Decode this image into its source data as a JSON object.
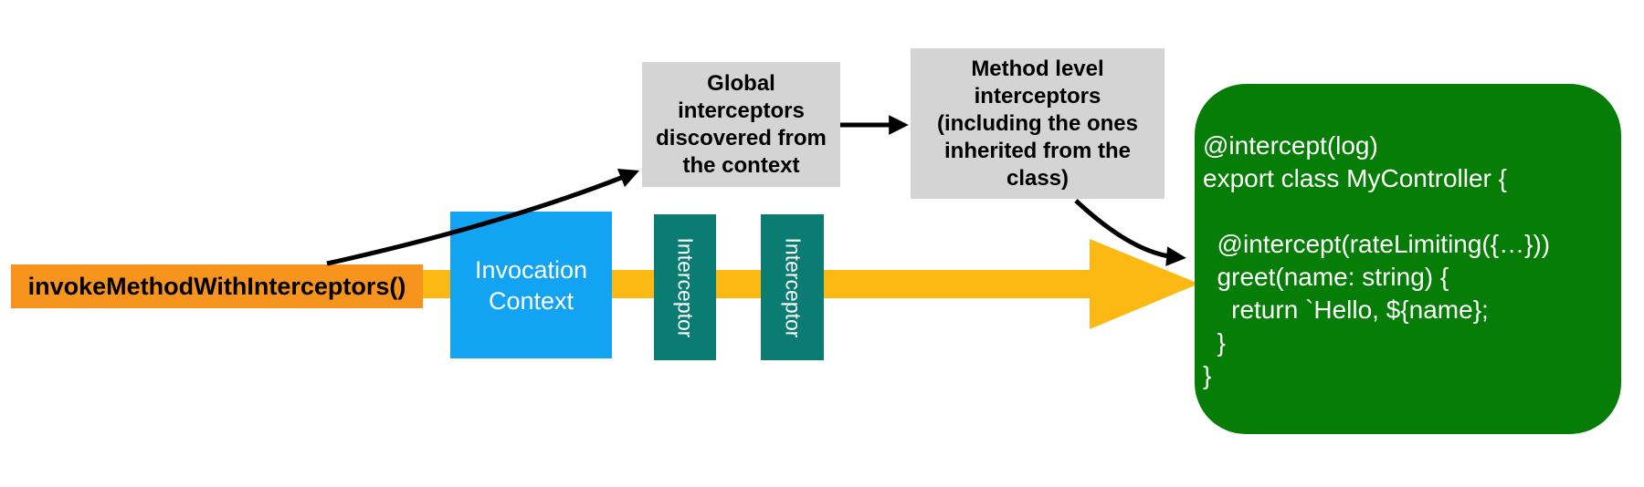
{
  "diagram": {
    "invoke_box": {
      "label": "invokeMethodWithInterceptors()"
    },
    "invocation_context_box": {
      "text": "Invocation\nContext"
    },
    "interceptors": [
      "Interceptor",
      "Interceptor"
    ],
    "global_note": {
      "text": "Global\ninterceptors\ndiscovered from\nthe context"
    },
    "method_note": {
      "text": "Method level\ninterceptors\n(including the ones\ninherited from the\nclass)"
    },
    "controller_code": {
      "text": "@intercept(log)\nexport class MyController {\n\n  @intercept(rateLimiting({…}))\n  greet(name: string) {\n    return `Hello, ${name};\n  }\n}"
    }
  },
  "colors": {
    "invoke_box_bg": "#F7941E",
    "flow_arrow": "#FCB813",
    "invocation_context_bg": "#12A3F2",
    "interceptor_bg": "#0B7C72",
    "note_bg": "#D4D4D4",
    "code_bg": "#067D06",
    "connector": "#000000"
  }
}
